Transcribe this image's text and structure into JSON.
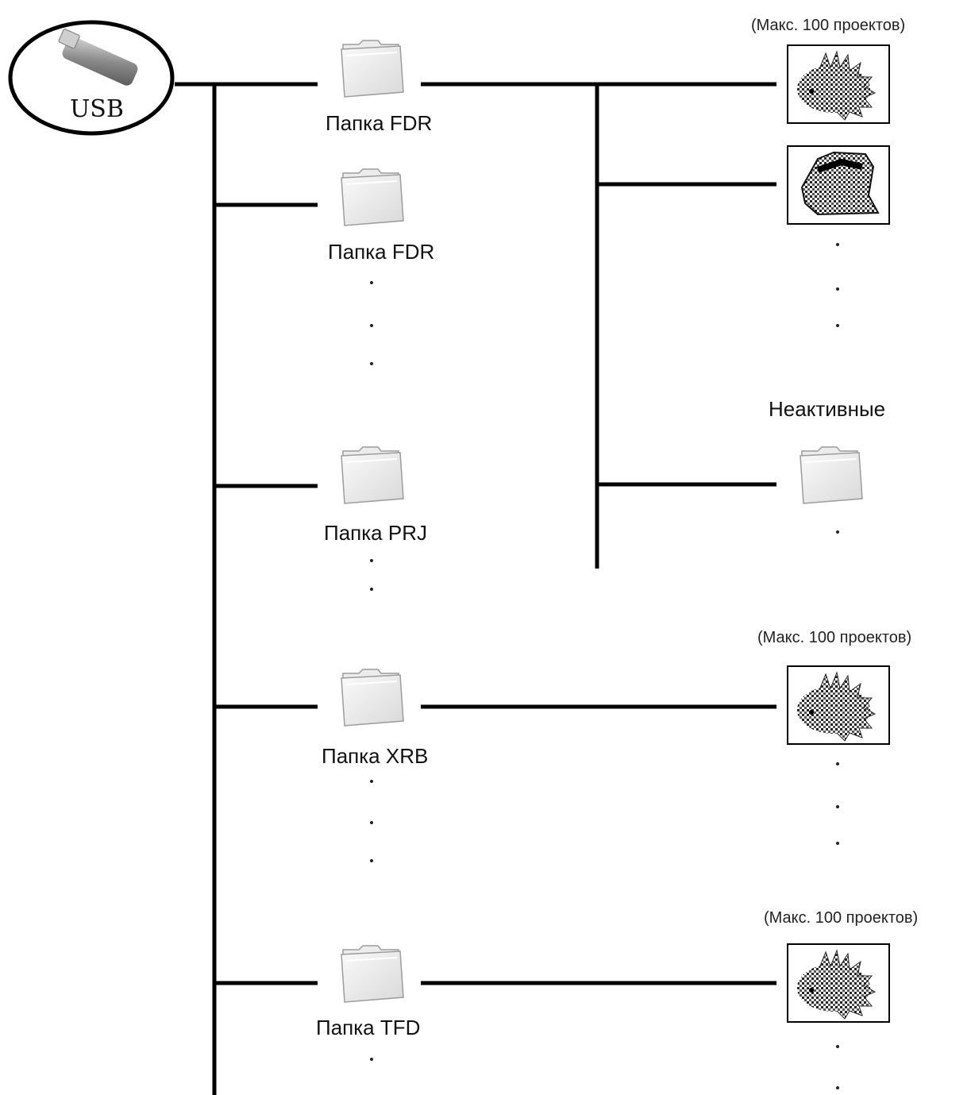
{
  "usb": {
    "label": "USB",
    "icon": "usb-drive-icon"
  },
  "folders": [
    {
      "id": "fdr-1",
      "label": "Папка FDR",
      "icon": "folder-icon"
    },
    {
      "id": "fdr-2",
      "label": "Папка FDR",
      "icon": "folder-icon"
    },
    {
      "id": "prj",
      "label": "Папка PRJ",
      "icon": "folder-icon"
    },
    {
      "id": "xrb",
      "label": "Папка XRB",
      "icon": "folder-icon"
    },
    {
      "id": "tfd",
      "label": "Папка TFD",
      "icon": "folder-icon"
    }
  ],
  "notes": {
    "fdr": "(Макс. 100 проектов)",
    "xrb": "(Макс. 100 проектов)",
    "tfd": "(Макс. 100 проектов)"
  },
  "inactive_folder": {
    "label": "Неактивные",
    "icon": "folder-icon"
  },
  "thumbnails": [
    {
      "id": "fdr-thumb-1",
      "icon": "embroidery-thumbnail-icon"
    },
    {
      "id": "fdr-thumb-2",
      "icon": "embroidery-thumbnail-icon"
    },
    {
      "id": "xrb-thumb",
      "icon": "embroidery-thumbnail-icon"
    },
    {
      "id": "tfd-thumb",
      "icon": "embroidery-thumbnail-icon"
    }
  ],
  "colors": {
    "line": "#000000",
    "folder_fill": "#f1f1f1",
    "folder_stroke": "#a8a8a8"
  }
}
